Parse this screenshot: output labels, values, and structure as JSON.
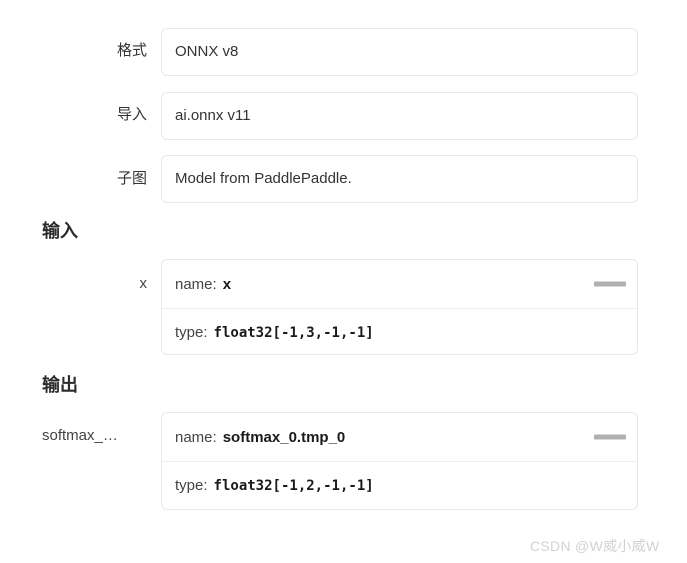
{
  "properties": [
    {
      "label": "格式",
      "value": "ONNX v8",
      "name": "format"
    },
    {
      "label": "导入",
      "value": "ai.onnx v11",
      "name": "imports"
    },
    {
      "label": "子图",
      "value": "Model from PaddlePaddle.",
      "name": "subgraph"
    }
  ],
  "sections": {
    "inputs": {
      "heading": "输入",
      "items": [
        {
          "side_label": "x",
          "name_key": "name:",
          "name_value": "x",
          "type_key": "type:",
          "type_value": "float32[-1,3,-1,-1]",
          "collapse_icon": "minus-icon"
        }
      ]
    },
    "outputs": {
      "heading": "输出",
      "items": [
        {
          "side_label": "softmax_…",
          "name_key": "name:",
          "name_value": "softmax_0.tmp_0",
          "type_key": "type:",
          "type_value": "float32[-1,2,-1,-1]",
          "collapse_icon": "minus-icon"
        }
      ]
    }
  },
  "watermark": "CSDN @W威小威W",
  "colors": {
    "text": "#333333",
    "heading": "#2b2b2b",
    "border": "#e8e8e8",
    "divider": "#eeeeee",
    "icon": "#b0b0b0",
    "watermark": "#d2d2d2",
    "background": "#ffffff"
  }
}
